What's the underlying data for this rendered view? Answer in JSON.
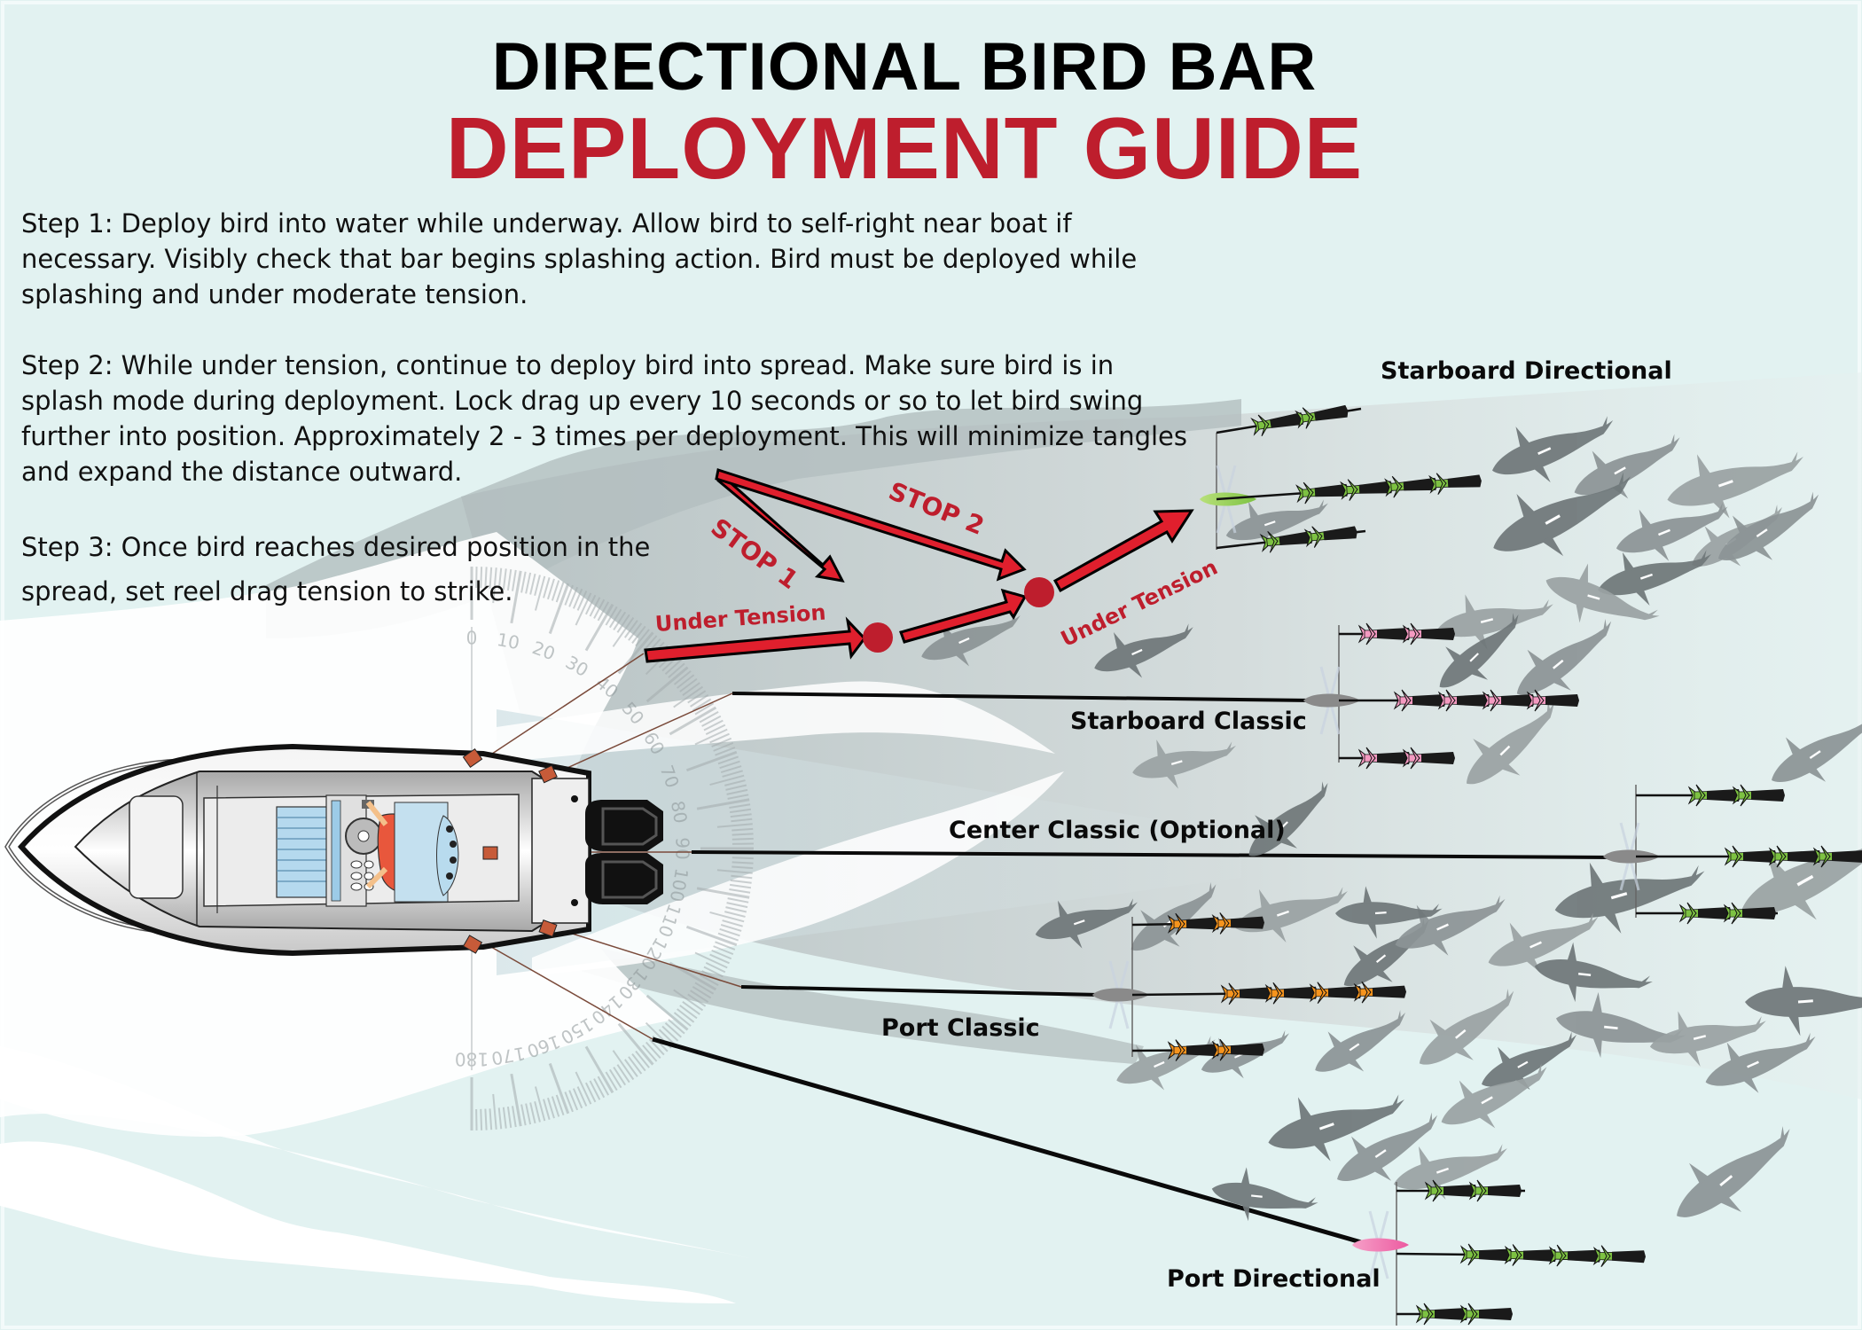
{
  "title": {
    "line1": "DIRECTIONAL BIRD BAR",
    "line2": "DEPLOYMENT GUIDE"
  },
  "steps": [
    {
      "text": "Step 1: Deploy bird into water while underway. Allow bird to self-right near boat if necessary. Visibly check that bar begins splashing action. Bird must be deployed while splashing and under moderate tension."
    },
    {
      "text": "Step 2: While under tension, continue to deploy bird into spread. Make sure bird is in splash mode during deployment. Lock drag up every 10 seconds or so to let bird swing further into position. Approximately 2 - 3 times per deployment. This will minimize tangles and expand the distance outward."
    },
    {
      "text": "Step 3: Once bird reaches desired position in the spread, set reel drag tension to strike."
    }
  ],
  "annotations": {
    "stop1": "STOP 1",
    "stop2": "STOP 2",
    "under_tension_1": "Under Tension",
    "under_tension_2": "Under Tension"
  },
  "spread_labels": {
    "starboard_directional": "Starboard Directional",
    "starboard_classic": "Starboard Classic",
    "center_classic": "Center Classic (Optional)",
    "port_classic": "Port Classic",
    "port_directional": "Port Directional"
  },
  "protractor": {
    "labels": [
      "0",
      "10",
      "20",
      "30",
      "40",
      "50",
      "60",
      "70",
      "80",
      "90",
      "100",
      "110",
      "120",
      "130",
      "140",
      "150",
      "160",
      "170",
      "180"
    ]
  },
  "colors": {
    "background": "#e2f2f1",
    "accent_red": "#be1e2d",
    "title_black": "#000000",
    "lure_green": "#7dc242",
    "lure_pink": "#f49ac1",
    "lure_orange": "#f7941d",
    "bird_green": "#9ed45a",
    "bird_pink": "#f06eaa",
    "fish_gray": "#8c9496",
    "shade_gray": "#c9d1d2"
  }
}
